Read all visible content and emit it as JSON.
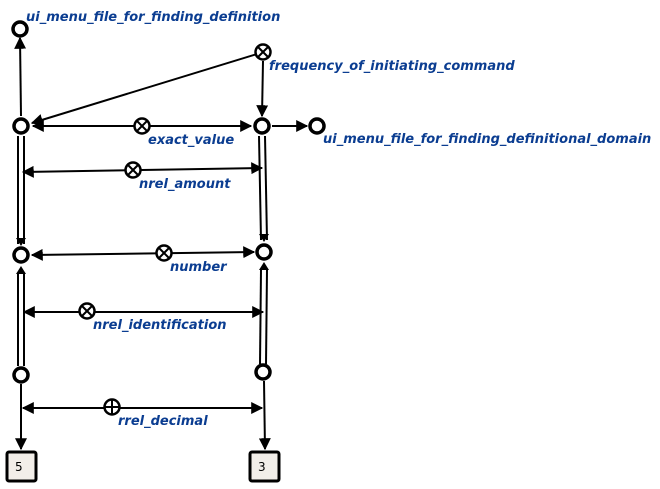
{
  "labels": {
    "ui_menu_file": "ui_menu_file_for_finding_definition",
    "frequency": "frequency_of_initiating_command",
    "definitional_domain": "ui_menu_file_for_finding_definitional_domain",
    "exact_value": "exact_value",
    "nrel_amount": "nrel_amount",
    "number": "number",
    "nrel_identification": "nrel_identification",
    "rrel_decimal": "rrel_decimal"
  },
  "boxes": {
    "left_value": "5",
    "right_value": "3"
  }
}
